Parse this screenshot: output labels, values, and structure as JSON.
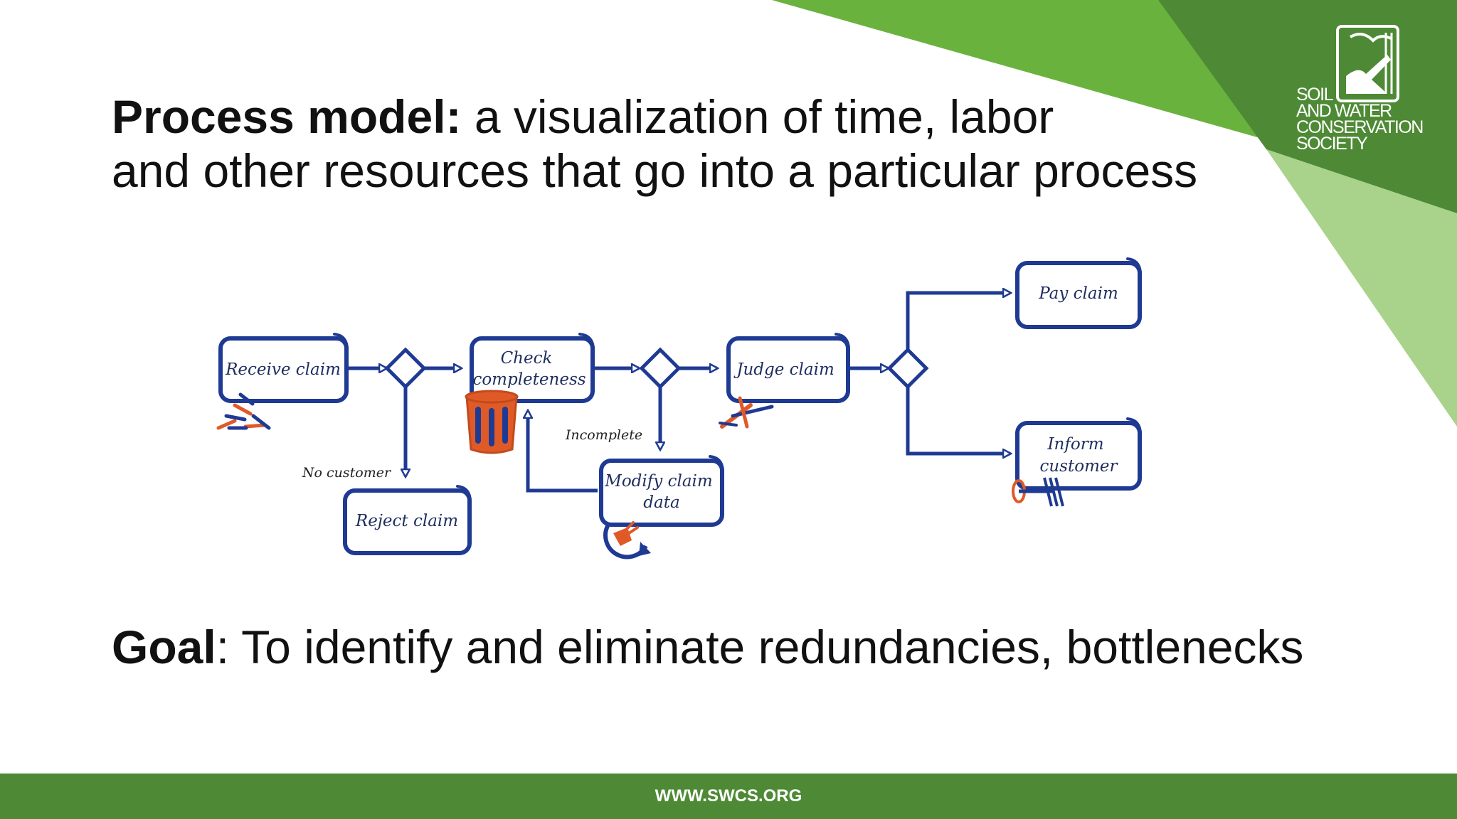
{
  "title": {
    "bold": "Process model:",
    "line1_rest": " a visualization of time, labor",
    "line2": "and other resources that go into a particular process"
  },
  "diagram": {
    "nodes": {
      "receive_claim": "Receive claim",
      "check_line1": "Check",
      "check_line2": "completeness",
      "judge_claim": "Judge claim",
      "pay_claim": "Pay claim",
      "inform_line1": "Inform",
      "inform_line2": "customer",
      "reject_claim": "Reject claim",
      "modify_line1": "Modify claim",
      "modify_line2": "data"
    },
    "edge_labels": {
      "no_customer": "No customer",
      "incomplete": "Incomplete"
    }
  },
  "goal": {
    "bold": "Goal",
    "rest": ": To identify and eliminate redundancies, bottlenecks"
  },
  "logo": {
    "line1": "SOIL",
    "line2": "AND WATER",
    "line3": "CONSERVATION",
    "line4": "SOCIETY"
  },
  "footer": {
    "url": "WWW.SWCS.ORG"
  },
  "colors": {
    "dark_green": "#4e8a35",
    "mid_green": "#6ab23e",
    "light_green": "#a9d38a",
    "diagram_blue": "#1f3a93",
    "accent_orange": "#e05a28"
  }
}
